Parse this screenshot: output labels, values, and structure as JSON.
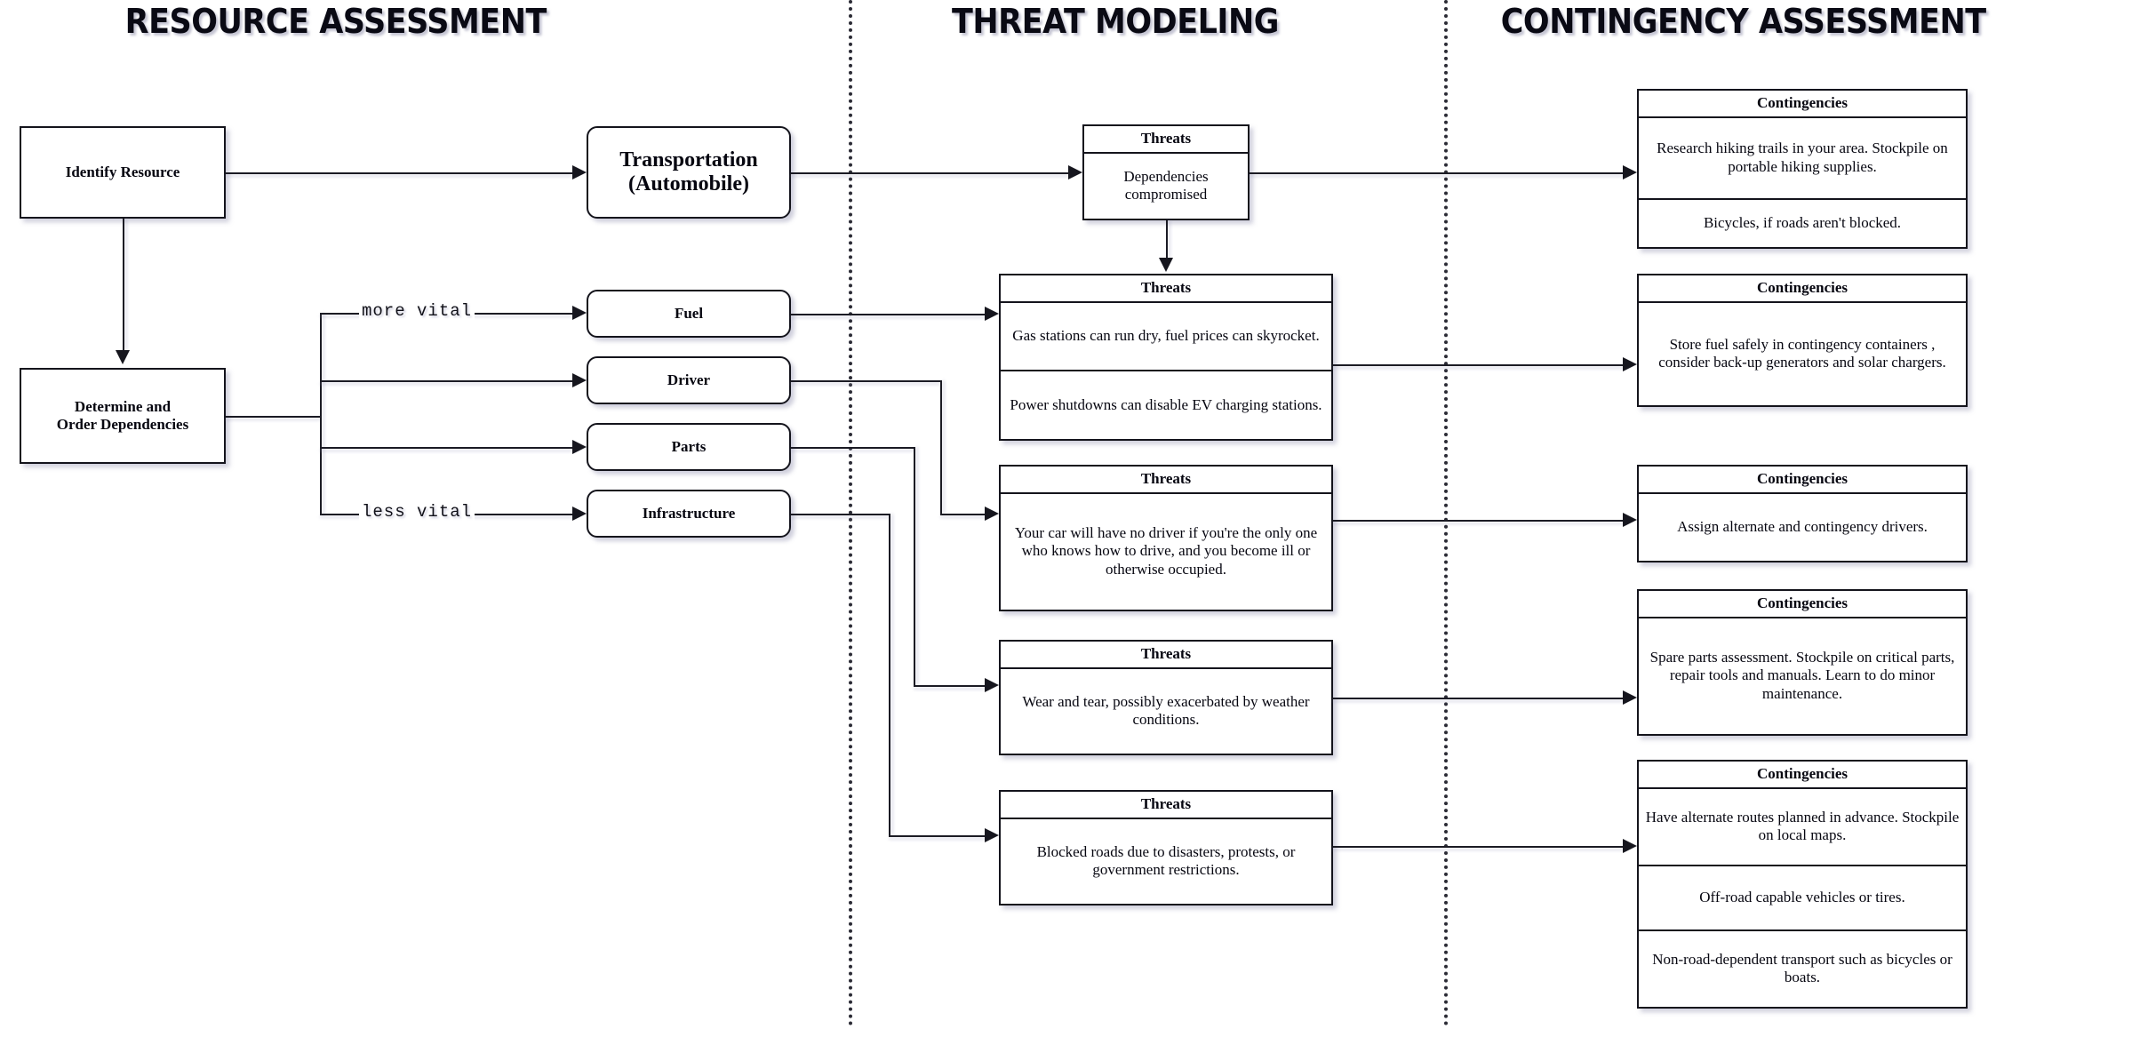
{
  "columns": [
    {
      "id": "resource",
      "title": "RESOURCE ASSESSMENT"
    },
    {
      "id": "threat",
      "title": "THREAT MODELING"
    },
    {
      "id": "contingency",
      "title": "CONTINGENCY ASSESSMENT"
    }
  ],
  "resource_nodes": {
    "identify": "Identify Resource",
    "determine": "Determine and\nOrder Dependencies",
    "transportation": "Transportation\n(Automobile)",
    "fuel": "Fuel",
    "driver": "Driver",
    "parts": "Parts",
    "infrastructure": "Infrastructure"
  },
  "edge_labels": {
    "more_vital": "more vital",
    "less_vital": "less vital"
  },
  "threat_header": "Threats",
  "contingency_header": "Contingencies",
  "threats": [
    {
      "id": "dependencies",
      "header": "Threats",
      "rows": [
        "Dependencies\ncompromised"
      ]
    },
    {
      "id": "fuel",
      "header": "Threats",
      "rows": [
        "Gas stations can run dry, fuel prices can skyrocket.",
        "Power shutdowns can disable EV charging stations."
      ]
    },
    {
      "id": "driver",
      "header": "Threats",
      "rows": [
        "Your car will have no driver if you're the only one who knows how to drive, and you become ill or otherwise occupied."
      ]
    },
    {
      "id": "parts",
      "header": "Threats",
      "rows": [
        "Wear and tear, possibly exacerbated by weather conditions."
      ]
    },
    {
      "id": "infrastructure",
      "header": "Threats",
      "rows": [
        "Blocked roads due to disasters, protests, or government restrictions."
      ]
    }
  ],
  "contingencies": [
    {
      "id": "transport",
      "header": "Contingencies",
      "rows": [
        "Research hiking trails in your area. Stockpile on portable hiking supplies.",
        "Bicycles, if roads aren't blocked."
      ]
    },
    {
      "id": "fuel",
      "header": "Contingencies",
      "rows": [
        "Store fuel safely in contingency containers , consider back-up generators and solar chargers."
      ]
    },
    {
      "id": "driver",
      "header": "Contingencies",
      "rows": [
        "Assign alternate and contingency drivers."
      ]
    },
    {
      "id": "parts",
      "header": "Contingencies",
      "rows": [
        "Spare parts assessment. Stockpile on critical parts, repair tools and manuals. Learn to do minor maintenance."
      ]
    },
    {
      "id": "infrastructure",
      "header": "Contingencies",
      "rows": [
        "Have alternate routes planned in advance. Stockpile on local maps.",
        "Off-road capable vehicles or tires.",
        "Non-road-dependent transport such as bicycles or boats."
      ]
    }
  ],
  "colors": {
    "stroke": "#14141c",
    "background": "#ffffff",
    "text": "#060610",
    "shadow": "#9696b4"
  }
}
